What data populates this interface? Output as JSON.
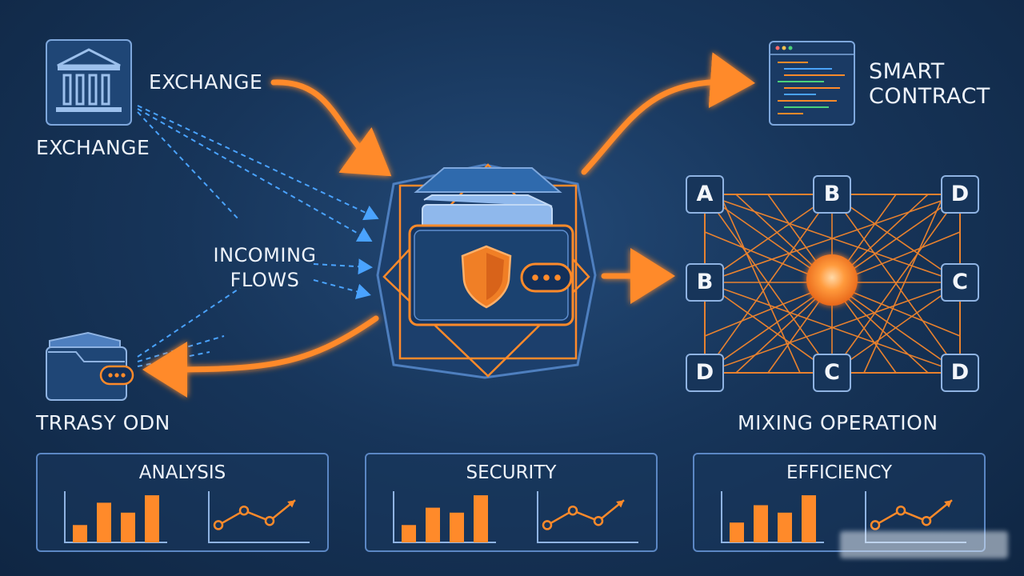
{
  "labels": {
    "exchange_top": "EXCHANGE",
    "exchange_bottom": "EXCHANGE",
    "incoming_line1": "INCOMING",
    "incoming_line2": "FLOWS",
    "treasury": "TRRASY ODN",
    "smart_line1": "SMART",
    "smart_line2": "CONTRACT",
    "mixing": "MIXING OPERATION"
  },
  "mixing_nodes": {
    "top_left": "A",
    "top_mid": "B",
    "top_right": "D",
    "mid_left": "B",
    "mid_right": "C",
    "bottom_left": "D",
    "bottom_mid": "C",
    "bottom_right": "D"
  },
  "panels": [
    {
      "title": "ANALYSIS",
      "bars": [
        0.35,
        0.8,
        0.6,
        0.95
      ],
      "line": [
        0.3,
        0.65,
        0.4,
        0.9
      ]
    },
    {
      "title": "SECURITY",
      "bars": [
        0.35,
        0.7,
        0.6,
        0.95
      ],
      "line": [
        0.3,
        0.65,
        0.4,
        0.9
      ]
    },
    {
      "title": "EFFICIENCY",
      "bars": [
        0.4,
        0.75,
        0.6,
        0.95
      ],
      "line": [
        0.3,
        0.65,
        0.4,
        0.9
      ]
    }
  ],
  "colors": {
    "accent_orange": "#ff8a2a",
    "flow_blue": "#4aa3ff",
    "outline_blue": "#8fb3e2",
    "background": "#17355a"
  },
  "icons": [
    "bank-icon",
    "wallet-icon",
    "shield-icon",
    "code-window-icon",
    "folder-wallet-icon"
  ]
}
